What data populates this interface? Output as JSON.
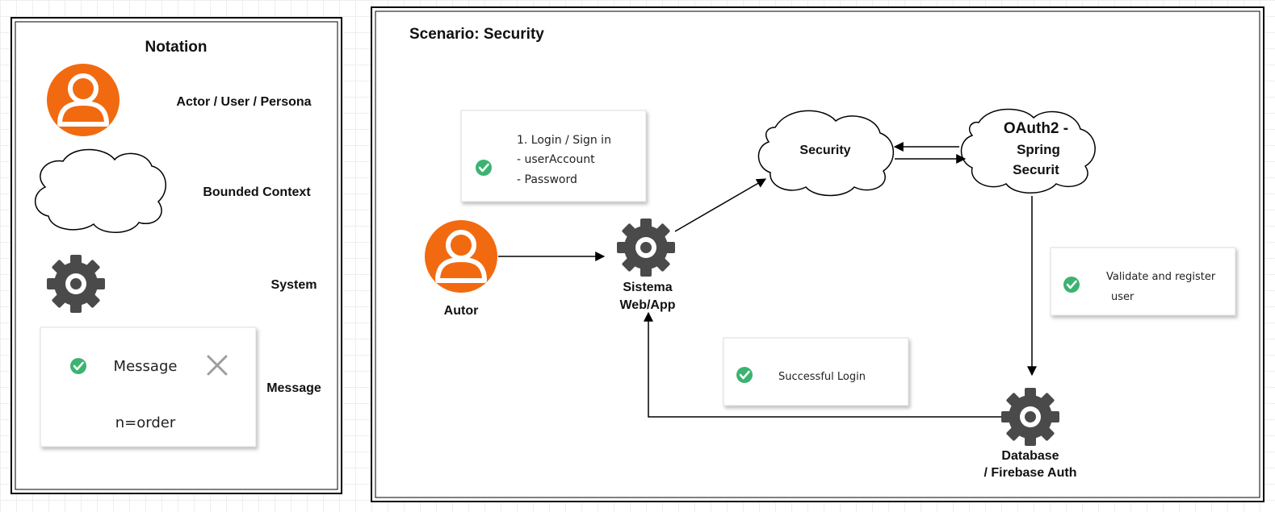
{
  "notation": {
    "title": "Notation",
    "actor_label": "Actor / User / Persona",
    "bounded_context_label": "Bounded Context",
    "system_label": "System",
    "message_label": "Message",
    "sample_message": {
      "text": "Message",
      "order": "n=order"
    }
  },
  "scenario": {
    "title": "Scenario: Security",
    "actor": "Autor",
    "system_line1": "Sistema",
    "system_line2": "Web/App",
    "security_context": "Security",
    "oauth_line1": "OAuth2 -",
    "oauth_line2": "Spring",
    "oauth_line3": "Securit",
    "database_line1": "Database",
    "database_line2": "/ Firebase Auth",
    "msg_login": {
      "line1": "1. Login / Sign in",
      "line2": "- userAccount",
      "line3": "- Password"
    },
    "msg_validate": {
      "line1": "Validate and register",
      "line2": "user"
    },
    "msg_success": "Successful Login"
  },
  "colors": {
    "actor": "#f26a10",
    "gear": "#4a4a4a",
    "check": "#3cb371",
    "close": "#9e9e9e"
  }
}
